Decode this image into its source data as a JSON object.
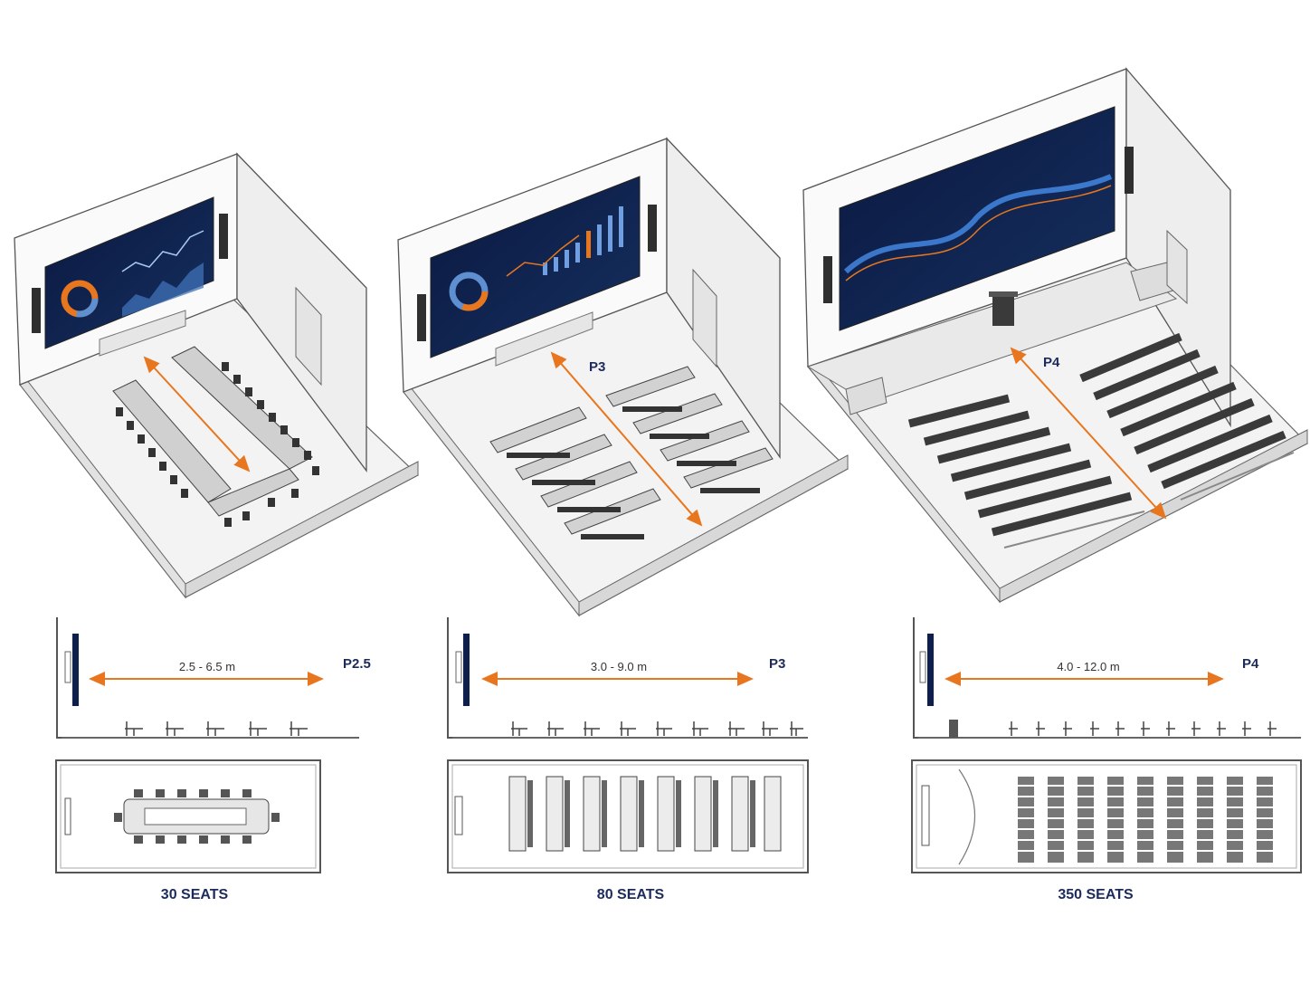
{
  "rooms": [
    {
      "pitch_label_iso": "",
      "pitch_label_side": "P2.5",
      "distance_label": "2.5 - 6.5 m",
      "seats_label": "30 SEATS",
      "layout": "boardroom"
    },
    {
      "pitch_label_iso": "P3",
      "pitch_label_side": "P3",
      "distance_label": "3.0 - 9.0 m",
      "seats_label": "80 SEATS",
      "layout": "classroom"
    },
    {
      "pitch_label_iso": "P4",
      "pitch_label_side": "P4",
      "distance_label": "4.0 - 12.0 m",
      "seats_label": "350 SEATS",
      "layout": "auditorium"
    }
  ],
  "colors": {
    "accent_arrow": "#e8761e",
    "label_navy": "#1c2b5a",
    "screen_bg": "#0d1f4a",
    "wall_line": "#555555",
    "floor": "#f2f2f2",
    "furniture": "#3a3a3a"
  },
  "icons": [
    "speaker-icon",
    "door-icon",
    "podium-icon",
    "chair-icon",
    "table-icon",
    "led-wall-icon"
  ]
}
